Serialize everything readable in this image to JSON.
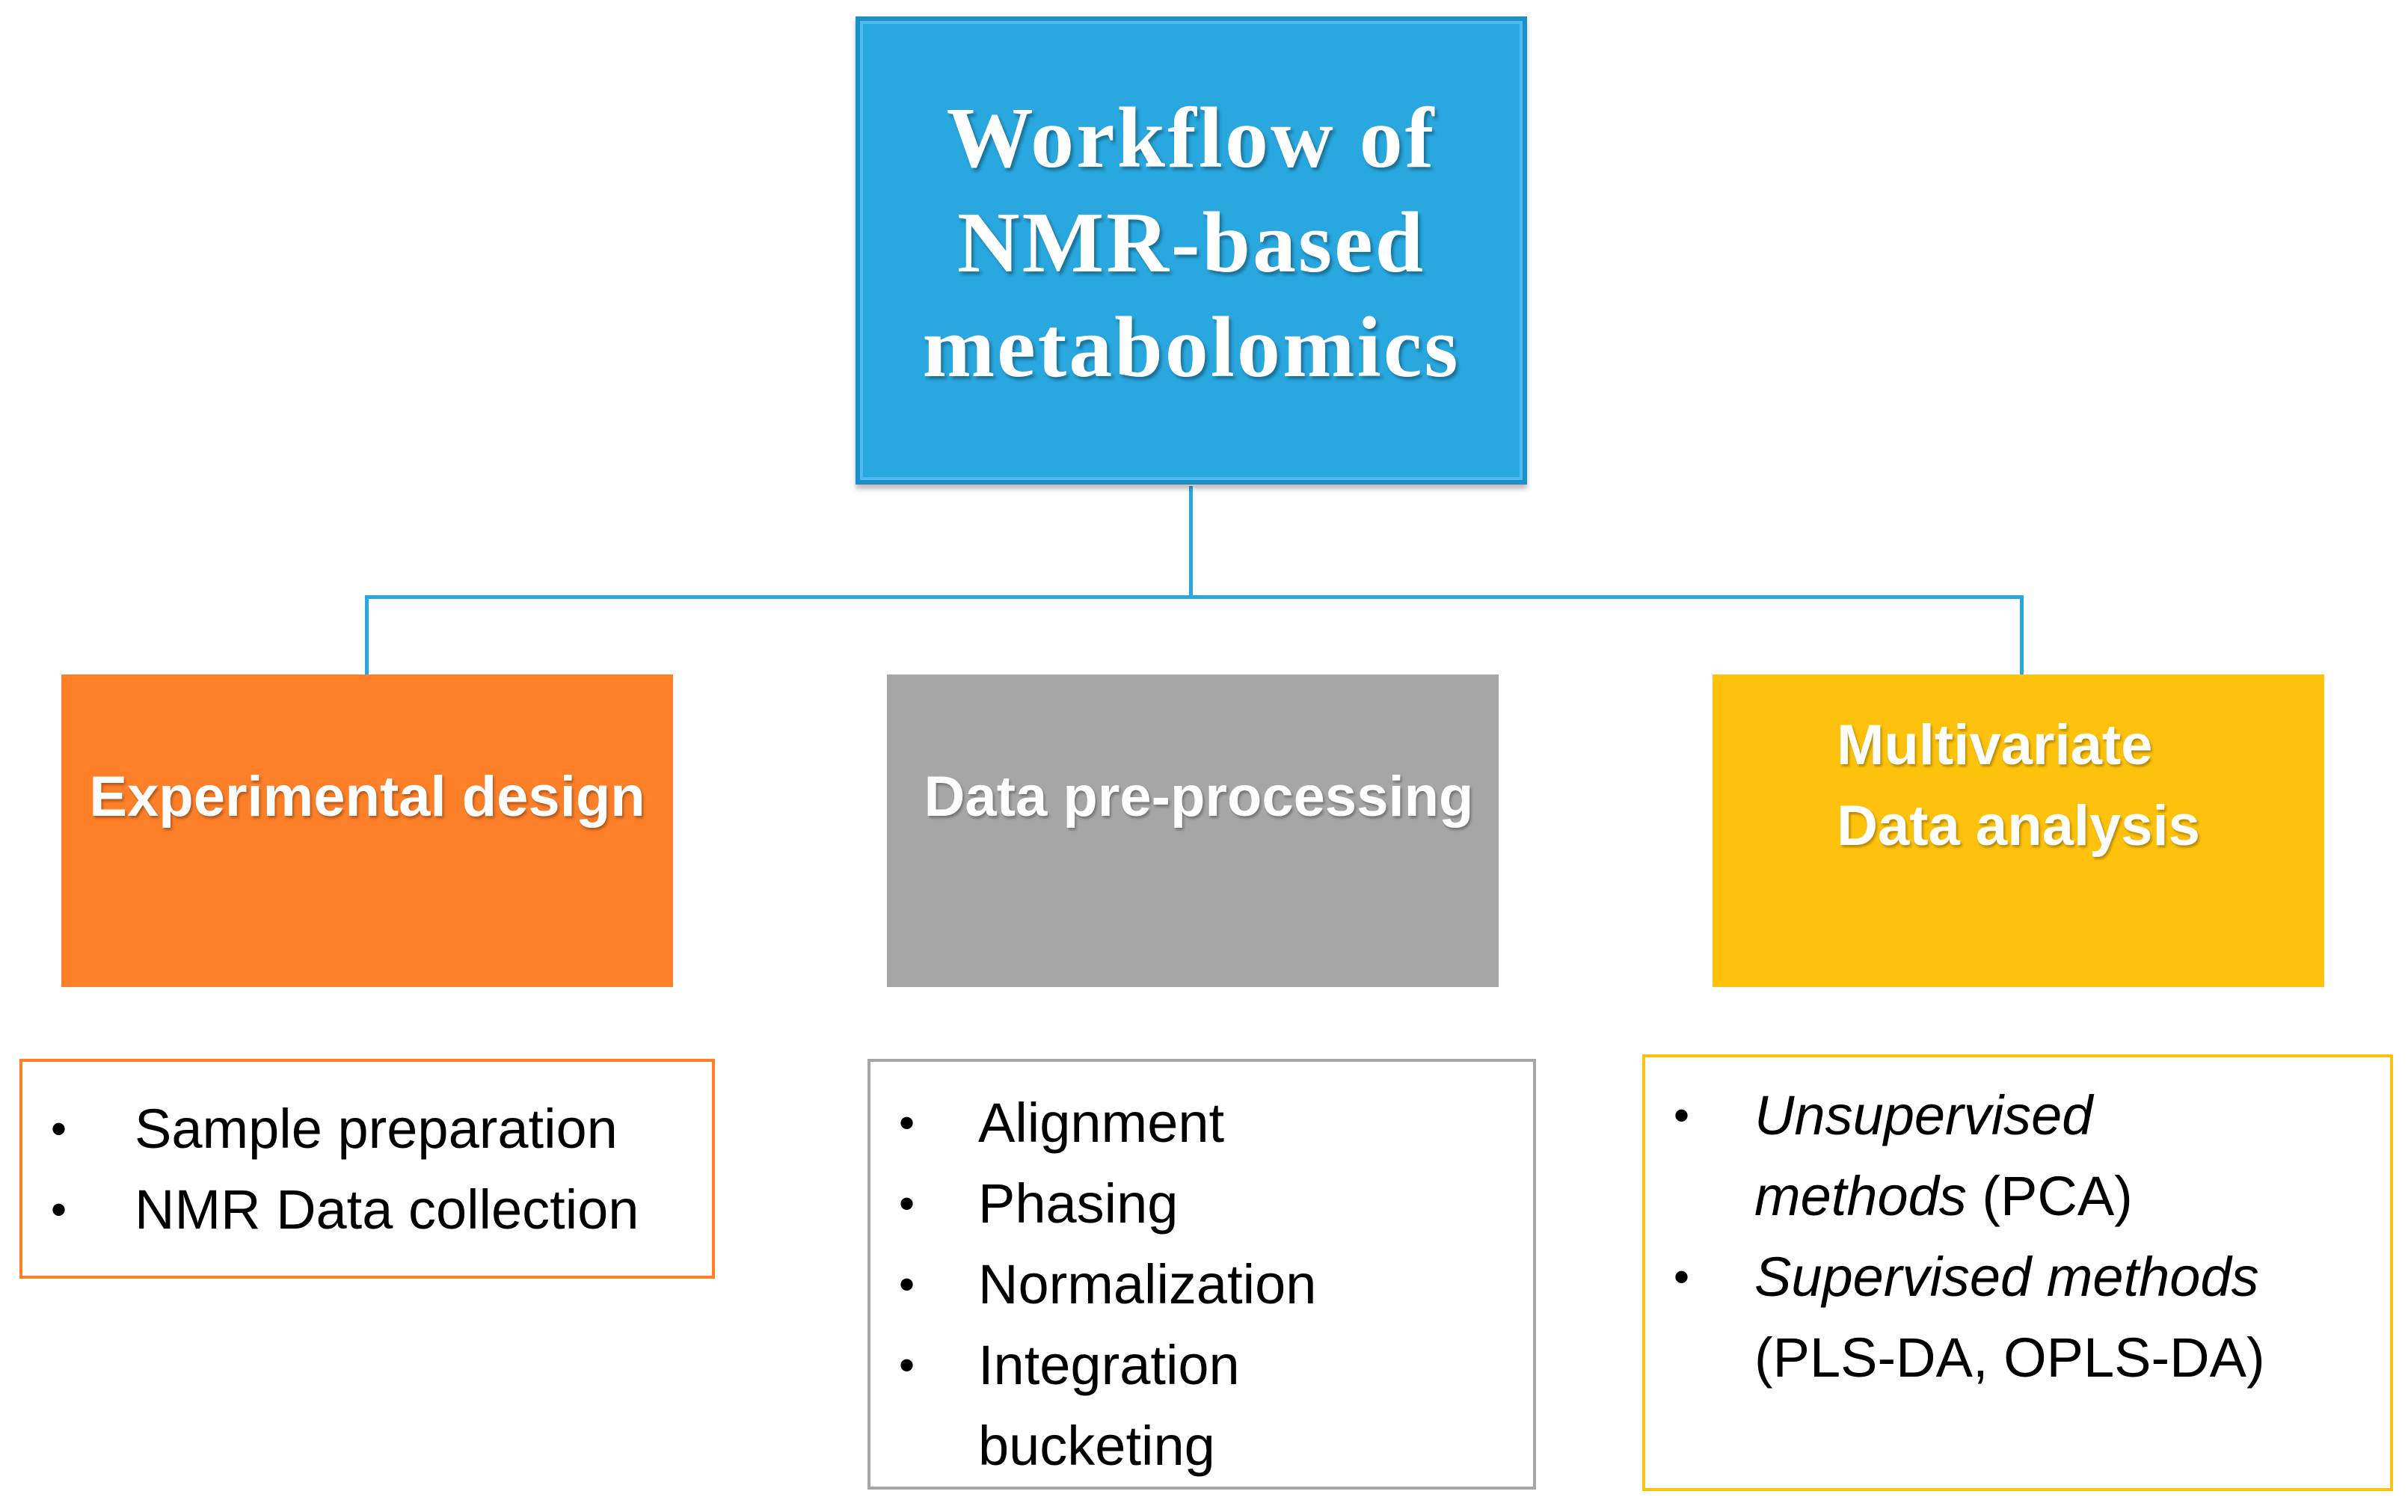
{
  "title": "Workflow of\nNMR-based\nmetabolomics",
  "stages": [
    {
      "label": "Experimental design",
      "color": "#fd7f28",
      "items": [
        "Sample preparation",
        "NMR Data collection"
      ]
    },
    {
      "label": "Data pre-processing",
      "color": "#a6a6a6",
      "items": [
        "Alignment",
        "Phasing",
        "Normalization",
        "Integration\nbucketing"
      ]
    },
    {
      "label": "Multivariate\nData analysis",
      "color": "#fec20c",
      "items": [
        {
          "italic": "Unsupervised\nmethods",
          "plain": " (PCA)"
        },
        {
          "italic": "Supervised methods",
          "plain": "\n (PLS-DA, OPLS-DA)"
        }
      ]
    }
  ],
  "bullet": "•",
  "colors": {
    "title_box": "#29a8e0",
    "connector": "#2aa7e2"
  }
}
